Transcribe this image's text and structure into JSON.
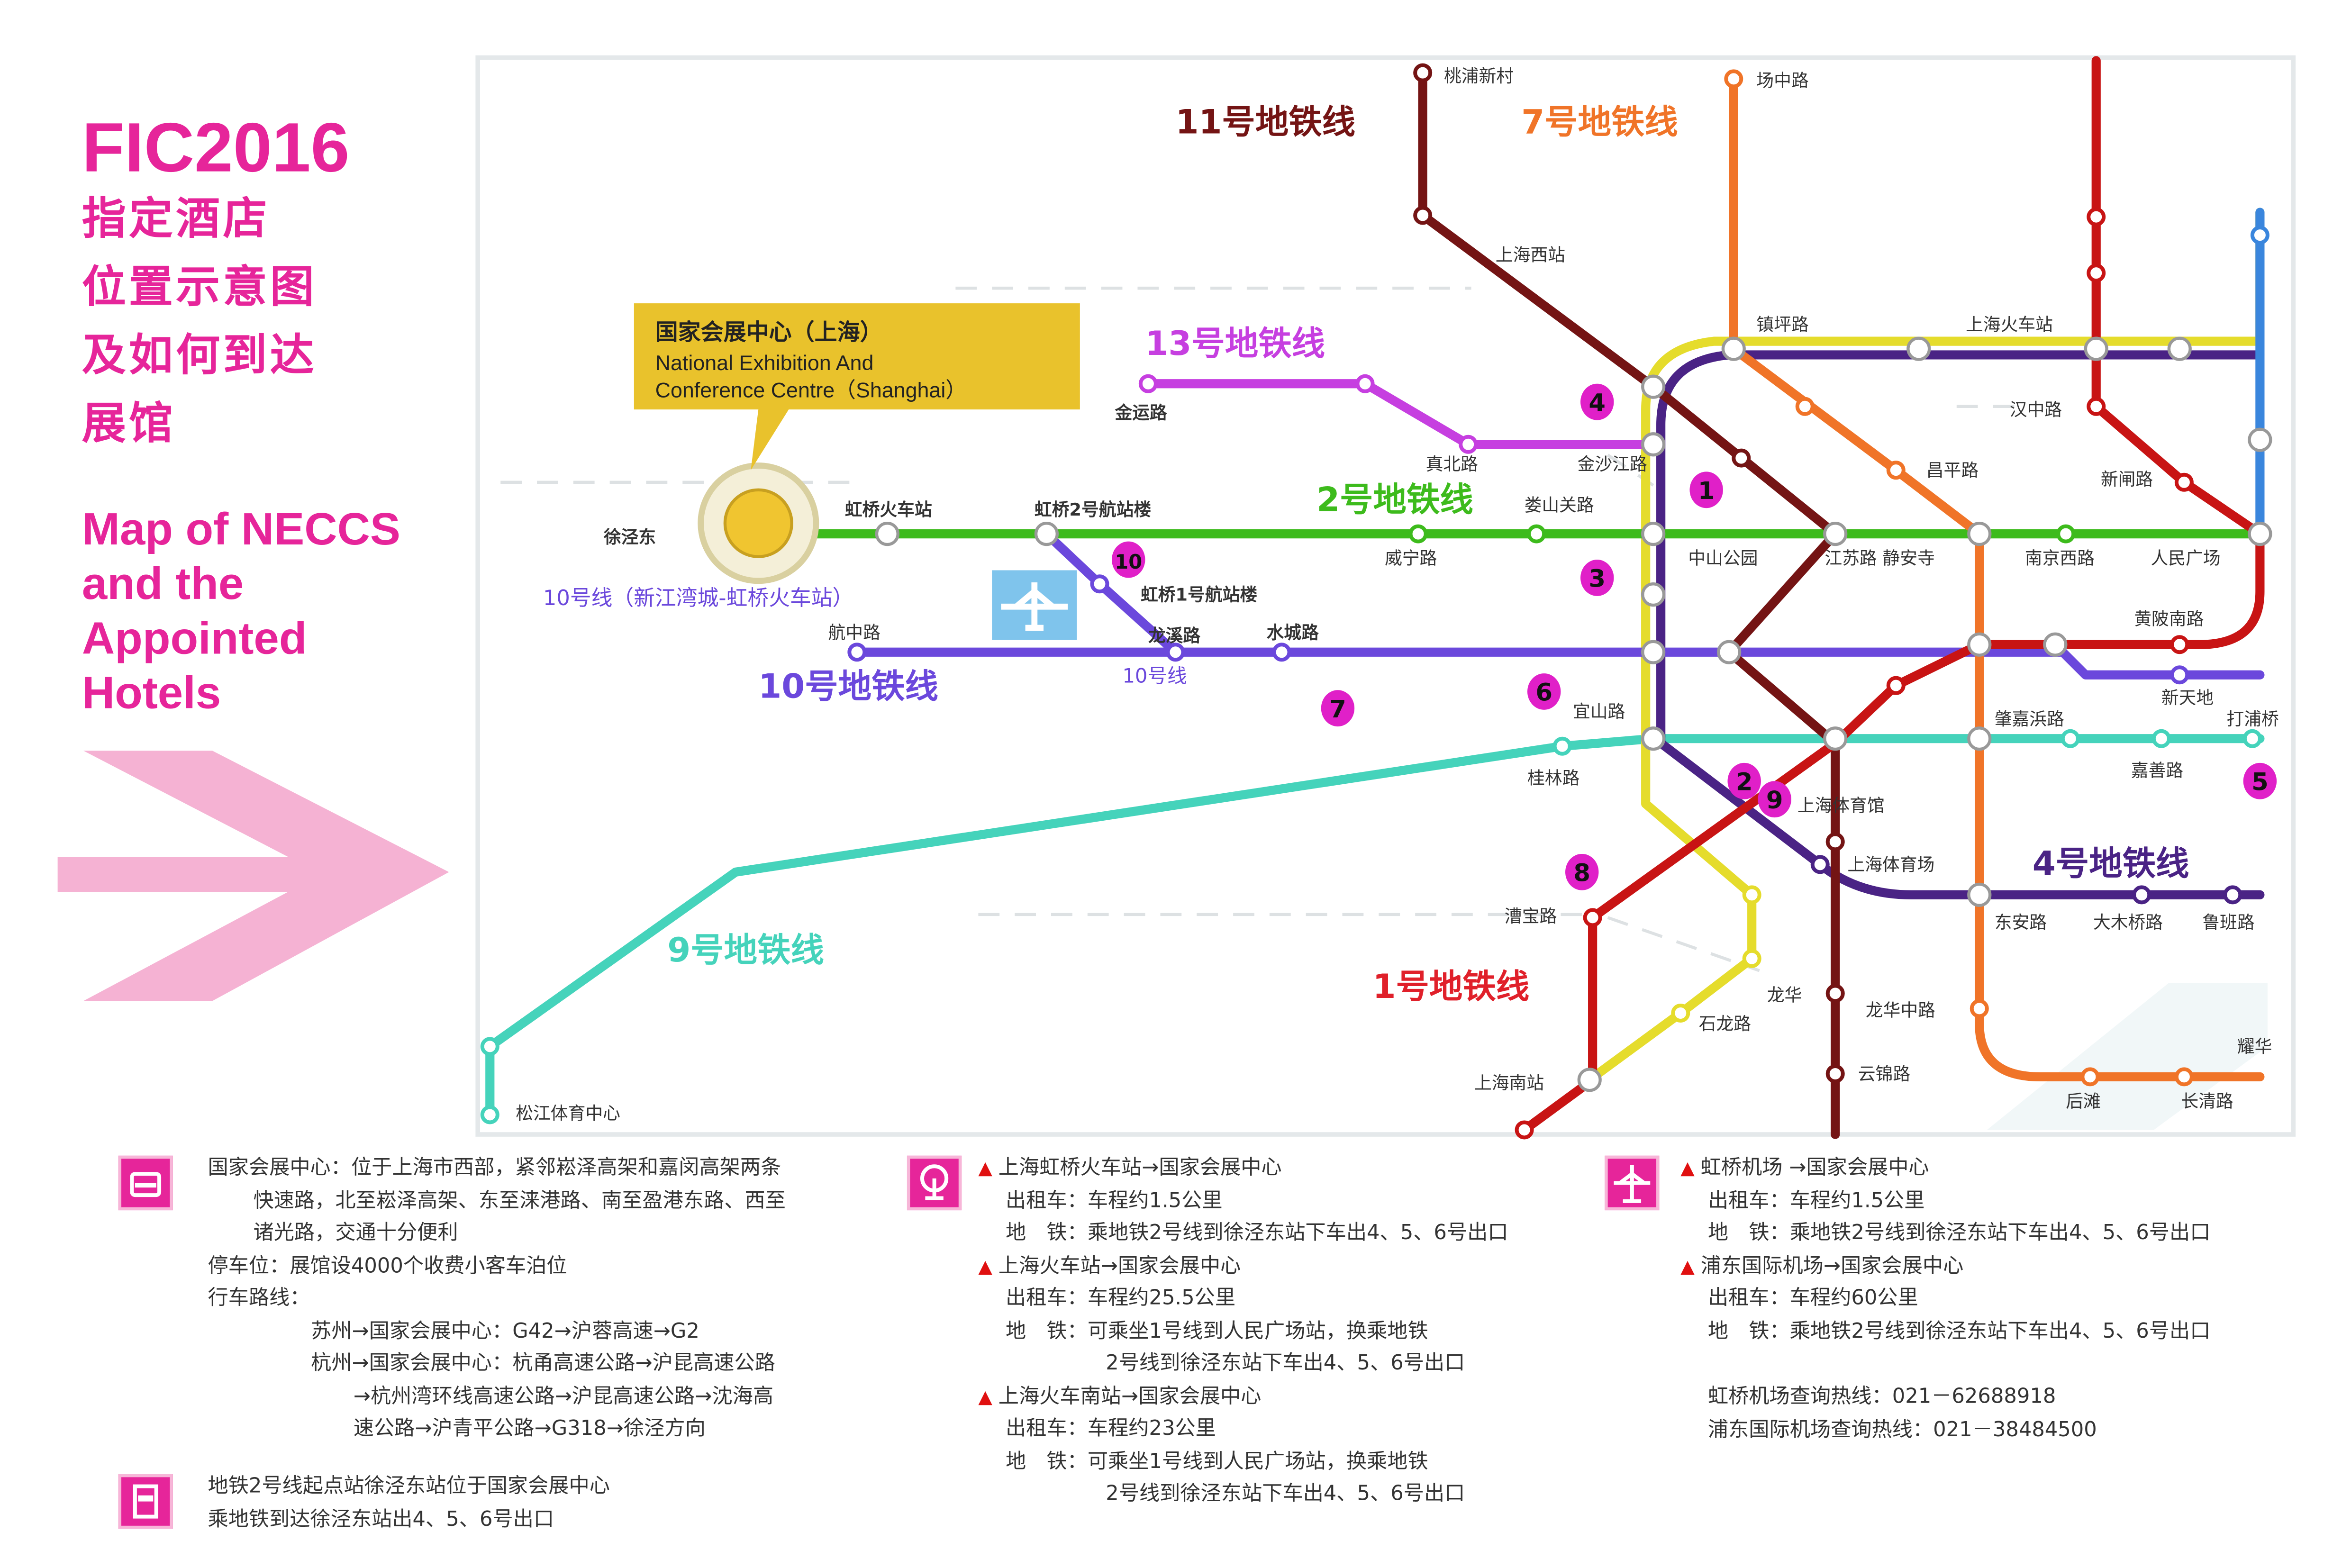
{
  "title": {
    "event": "FIC2016",
    "cn_lines": [
      "指定酒店",
      "位置示意图",
      "及如何到达",
      "展馆"
    ],
    "en_lines": [
      "Map of NECCS",
      "and the",
      "Appointed",
      "Hotels"
    ]
  },
  "callout": {
    "cn": "国家会展中心（上海）",
    "en1": "National Exhibition And",
    "en2": "Conference Centre（Shanghai）"
  },
  "colors": {
    "pink": "#e6259a",
    "line1": "#c81414",
    "line2": "#3dbb1c",
    "line3": "#e5dc2c",
    "line4": "#4a2385",
    "line7": "#f07428",
    "line9": "#45d3bb",
    "line10": "#6b48dc",
    "line11": "#741414",
    "line13": "#c63fe0",
    "callout": "#e9c22c"
  },
  "line_labels": {
    "l11": "11号地铁线",
    "l7": "7号地铁线",
    "l13": "13号地铁线",
    "l2": "2号地铁线",
    "l10": "10号地铁线",
    "l9": "9号地铁线",
    "l1": "1号地铁线",
    "l4": "4号地铁线",
    "l10_branch": "10号线（新江湾城-虹桥火车站）",
    "l10_short": "10号线"
  },
  "stations": [
    "桃浦新村",
    "场中路",
    "上海西站",
    "镇坪路",
    "上海火车站",
    "汉中路",
    "昌平路",
    "新闸路",
    "金运路",
    "真北路",
    "金沙江路",
    "虹桥火车站",
    "虹桥2号航站楼",
    "徐泾东",
    "娄山关路",
    "威宁路",
    "中山公园",
    "江苏路 静安寺",
    "南京西路",
    "人民广场",
    "虹桥1号航站楼",
    "航中路",
    "龙溪路",
    "水城路",
    "黄陂南路",
    "宜山路",
    "新天地",
    "肇嘉浜路",
    "打浦桥",
    "桂林路",
    "嘉善路",
    "上海体育馆",
    "上海体育场",
    "东安路",
    "大木桥路",
    "鲁班路",
    "漕宝路",
    "龙华",
    "石龙路",
    "龙华中路",
    "上海南站",
    "云锦路",
    "耀华",
    "后滩",
    "长清路",
    "松江体育中心"
  ],
  "hotel_badges": [
    "1",
    "2",
    "3",
    "4",
    "5",
    "6",
    "7",
    "8",
    "9",
    "10"
  ],
  "info": {
    "car": {
      "icon": "car-icon",
      "lines": [
        "国家会展中心：位于上海市西部，紧邻崧泽高架和嘉闵高架两条",
        "快速路，北至崧泽高架、东至涞港路、南至盈港东路、西至",
        "诸光路，交通十分便利",
        "停车位：展馆设4000个收费小客车泊位",
        "行车路线：",
        "苏州→国家会展中心：G42→沪蓉高速→G2",
        "杭州→国家会展中心：杭甬高速公路→沪昆高速公路",
        "→杭州湾环线高速公路→沪昆高速公路→沈海高",
        "速公路→沪青平公路→G318→徐泾方向"
      ]
    },
    "metro": {
      "icon": "metro-icon",
      "lines": [
        "地铁2号线起点站徐泾东站位于国家会展中心",
        "乘地铁到达徐泾东站出4、5、6号出口"
      ]
    },
    "train": {
      "icon": "train-icon",
      "routes": [
        {
          "title": "上海虹桥火车站→国家会展中心",
          "taxi": "出租车：车程约1.5公里",
          "metro": "地　铁：乘地铁2号线到徐泾东站下车出4、5、6号出口",
          "metro2": ""
        },
        {
          "title": "上海火车站→国家会展中心",
          "taxi": "出租车：车程约25.5公里",
          "metro": "地　铁：可乘坐1号线到人民广场站，换乘地铁",
          "metro2": "2号线到徐泾东站下车出4、5、6号出口"
        },
        {
          "title": "上海火车南站→国家会展中心",
          "taxi": "出租车：车程约23公里",
          "metro": "地　铁：可乘坐1号线到人民广场站，换乘地铁",
          "metro2": "2号线到徐泾东站下车出4、5、6号出口"
        }
      ]
    },
    "air": {
      "icon": "airplane-icon",
      "routes": [
        {
          "title": "虹桥机场 →国家会展中心",
          "taxi": "出租车：车程约1.5公里",
          "metro": "地　铁：乘地铁2号线到徐泾东站下车出4、5、6号出口"
        },
        {
          "title": "浦东国际机场→国家会展中心",
          "taxi": "出租车：车程约60公里",
          "metro": "地　铁：乘地铁2号线到徐泾东站下车出4、5、6号出口"
        }
      ],
      "hotlines": [
        "虹桥机场查询热线：021－62688918",
        "浦东国际机场查询热线：021－38484500"
      ]
    }
  }
}
